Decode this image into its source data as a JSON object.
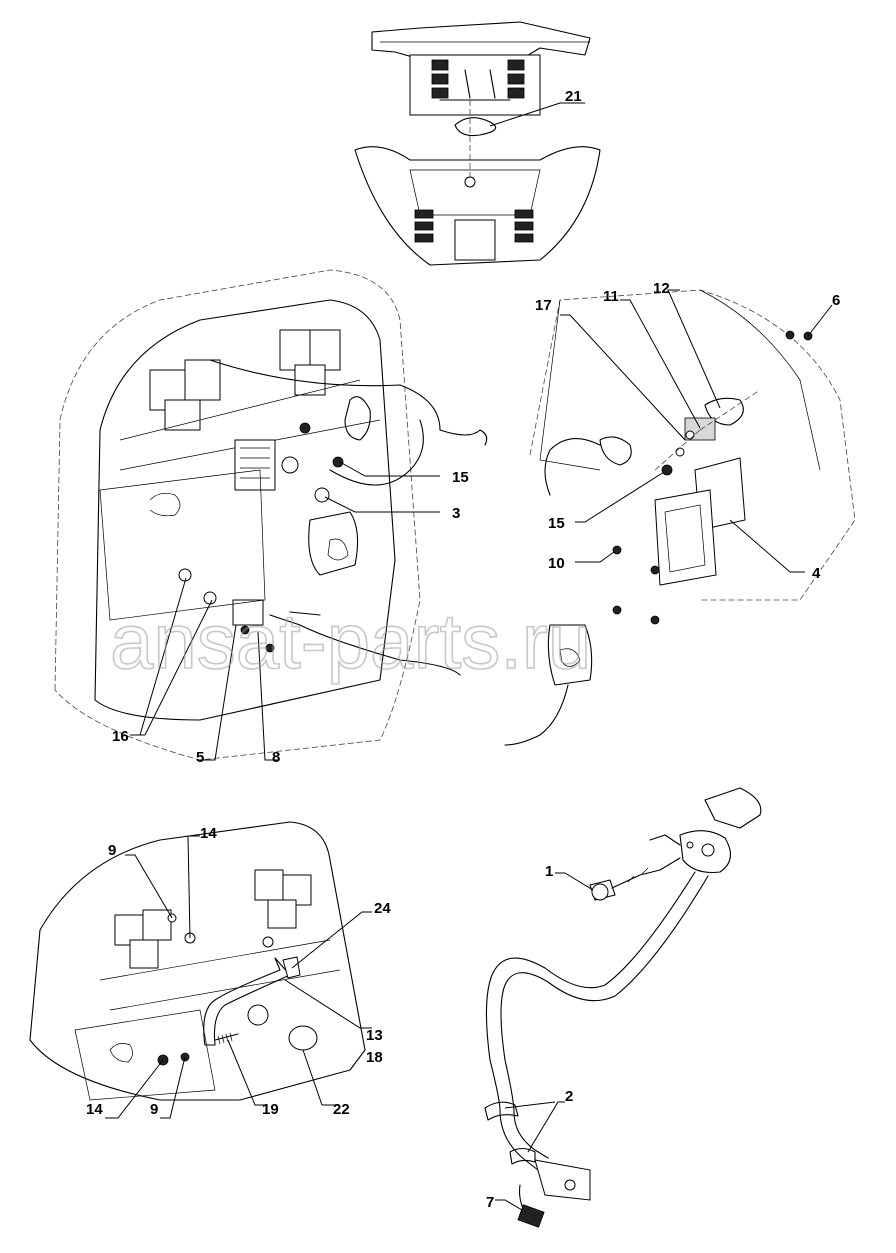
{
  "watermark": "ansat-parts.ru",
  "callouts": [
    {
      "id": "c21",
      "text": "21"
    },
    {
      "id": "c17",
      "text": "17"
    },
    {
      "id": "c11",
      "text": "11"
    },
    {
      "id": "c12",
      "text": "12"
    },
    {
      "id": "c6",
      "text": "6"
    },
    {
      "id": "c15a",
      "text": "15"
    },
    {
      "id": "c3",
      "text": "3"
    },
    {
      "id": "c15b",
      "text": "15"
    },
    {
      "id": "c10",
      "text": "10"
    },
    {
      "id": "c4",
      "text": "4"
    },
    {
      "id": "c16",
      "text": "16"
    },
    {
      "id": "c5",
      "text": "5"
    },
    {
      "id": "c8",
      "text": "8"
    },
    {
      "id": "c9a",
      "text": "9"
    },
    {
      "id": "c14a",
      "text": "14"
    },
    {
      "id": "c24",
      "text": "24"
    },
    {
      "id": "c13",
      "text": "13"
    },
    {
      "id": "c18",
      "text": "18"
    },
    {
      "id": "c14b",
      "text": "14"
    },
    {
      "id": "c9b",
      "text": "9"
    },
    {
      "id": "c19",
      "text": "19"
    },
    {
      "id": "c22",
      "text": "22"
    },
    {
      "id": "c1",
      "text": "1"
    },
    {
      "id": "c2",
      "text": "2"
    },
    {
      "id": "c7",
      "text": "7"
    }
  ]
}
